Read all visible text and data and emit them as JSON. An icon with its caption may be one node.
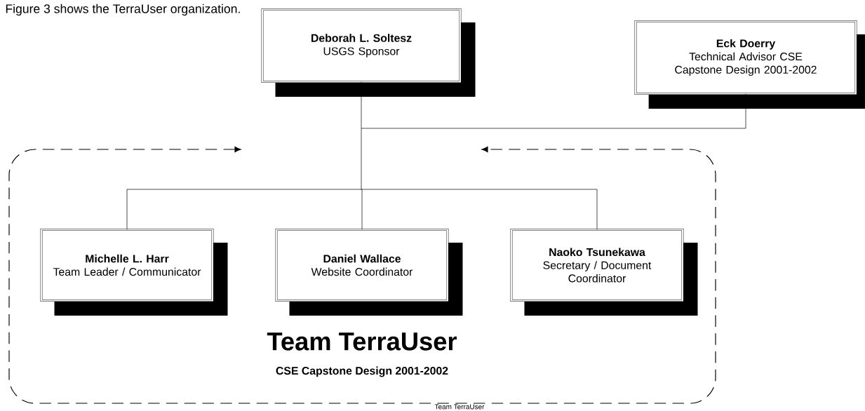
{
  "diagram": {
    "nodes": [
      {
        "text": [
          "Deborah L. Soltesz",
          "USGS Sponsor"
        ]
      },
      {
        "text": [
          "Eck Doerry",
          "Technical Advisor CSE Capstone Design 2001-2002"
        ]
      },
      {
        "text": [
          "Team TerraUser",
          "CSE Capstone Design 2001-2002"
        ]
      },
      {
        "text": [
          "Michelle L. Harr",
          "Team Leader / Communicator"
        ],
        "in": 2
      },
      {
        "text": [
          "Daniel Wallace",
          "Website Coordinator"
        ],
        "in": 2
      },
      {
        "text": [
          "Naoko Tsunekawa",
          "Secretary / Document Coordinator"
        ],
        "in": 2
      }
    ],
    "edges": [
      {
        "from": 0,
        "to": 3,
        "arrow": "none"
      },
      {
        "from": 0,
        "to": 4,
        "arrow": "none"
      },
      {
        "from": 0,
        "to": 5,
        "arrow": "none"
      },
      {
        "from": 1,
        "to": 3,
        "arrow": "none"
      },
      {
        "from": 1,
        "to": 4,
        "arrow": "none"
      },
      {
        "from": 1,
        "to": 5,
        "arrow": "none"
      }
    ],
    "labels": [
      "Figure 3 shows the TerraUser organization.",
      "Team TerraUser"
    ]
  }
}
